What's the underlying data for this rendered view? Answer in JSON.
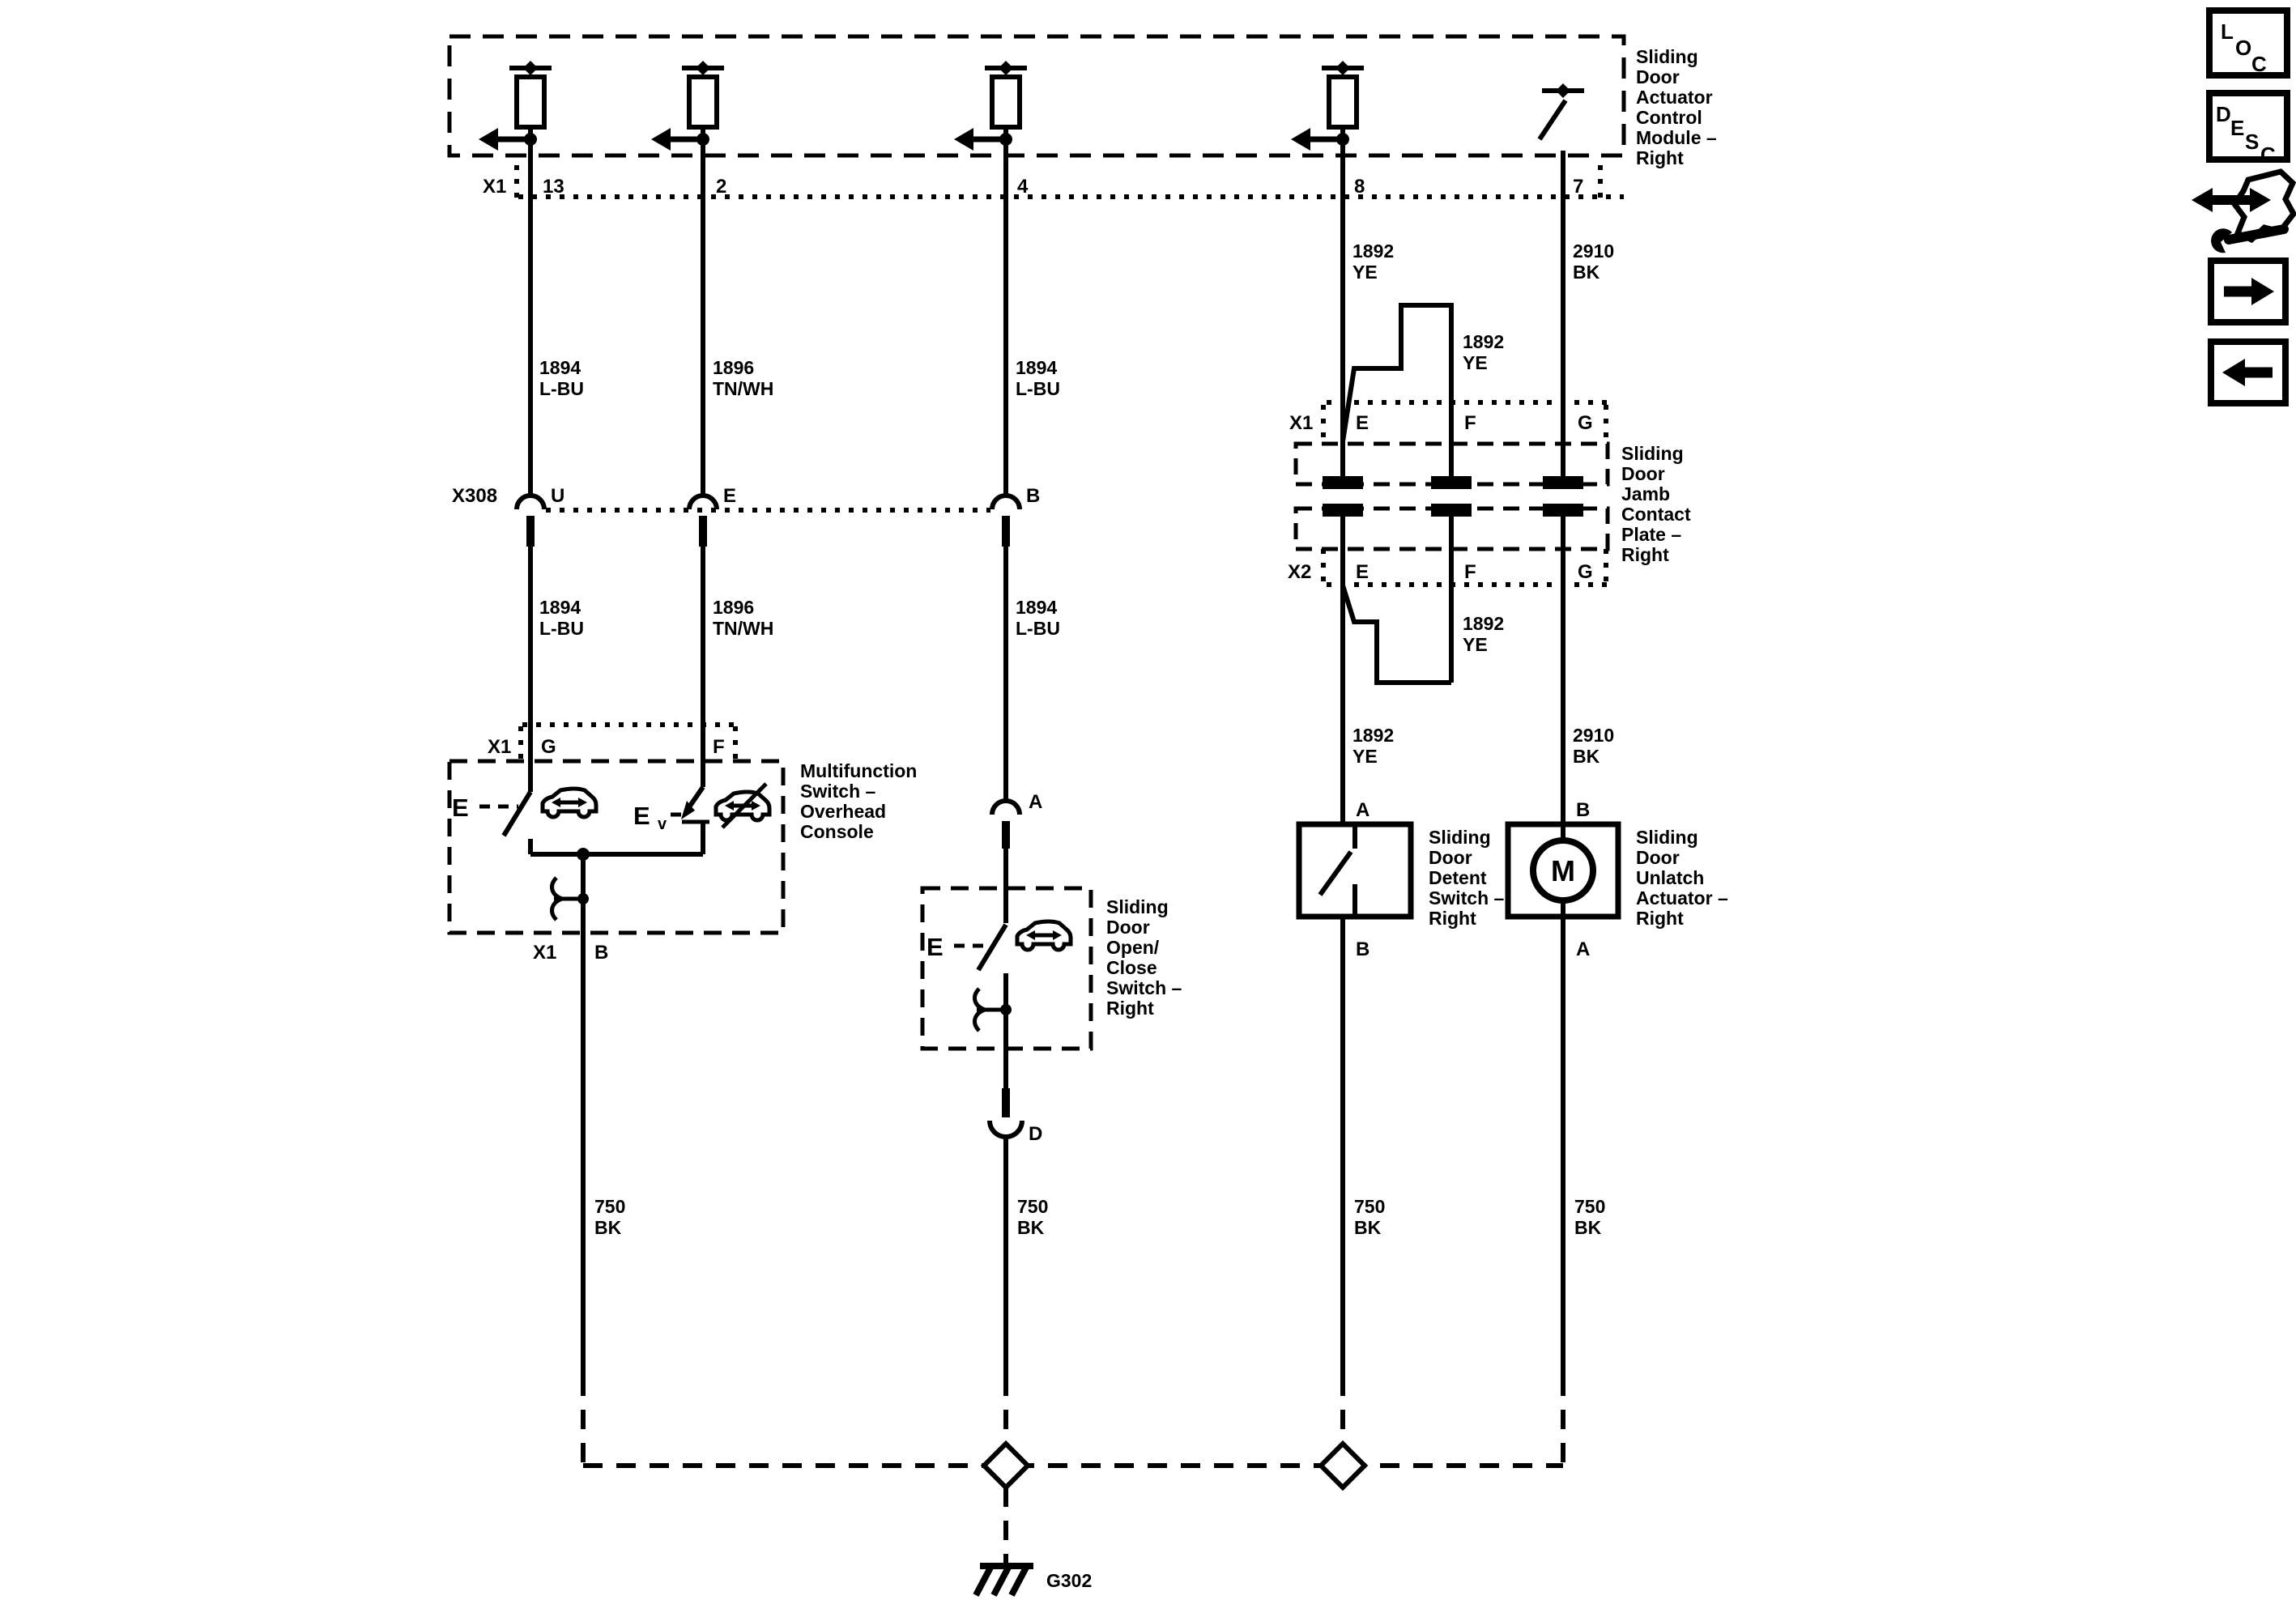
{
  "module": {
    "connector": "X1",
    "pins": [
      "13",
      "2",
      "4",
      "8",
      "7"
    ],
    "name": [
      "Sliding",
      "Door",
      "Actuator",
      "Control",
      "Module –",
      "Right"
    ]
  },
  "x308": {
    "name": "X308",
    "pins": [
      "U",
      "E",
      "B"
    ]
  },
  "wire_labels": {
    "w1_upper": [
      "1894",
      "L-BU"
    ],
    "w2_upper": [
      "1896",
      "TN/WH"
    ],
    "w3_upper": [
      "1894",
      "L-BU"
    ],
    "w1_lower": [
      "1894",
      "L-BU"
    ],
    "w2_lower": [
      "1896",
      "TN/WH"
    ],
    "w3_lower": [
      "1894",
      "L-BU"
    ],
    "w4_upper": [
      "1892",
      "YE"
    ],
    "w5_upper": [
      "2910",
      "BK"
    ],
    "branch_upper": [
      "1892",
      "YE"
    ],
    "branch_lower": [
      "1892",
      "YE"
    ],
    "w4_mid": [
      "1892",
      "YE"
    ],
    "w5_mid": [
      "2910",
      "BK"
    ],
    "gnd1": [
      "750",
      "BK"
    ],
    "gnd2": [
      "750",
      "BK"
    ],
    "gnd3": [
      "750",
      "BK"
    ],
    "gnd4": [
      "750",
      "BK"
    ]
  },
  "jamb": {
    "x1": "X1",
    "x2": "X2",
    "pins_top": [
      "E",
      "F",
      "G"
    ],
    "pins_bottom": [
      "E",
      "F",
      "G"
    ],
    "name": [
      "Sliding",
      "Door",
      "Jamb",
      "Contact",
      "Plate –",
      "Right"
    ]
  },
  "mf_switch": {
    "connector": "X1",
    "pins_top": [
      "G",
      "F"
    ],
    "bottom_connector": "X1",
    "pin_bottom": "B",
    "sw1": "E",
    "sw2": "E",
    "sw2_sub": "v",
    "name": [
      "Multifunction",
      "Switch –",
      "Overhead",
      "Console"
    ]
  },
  "oc_switch": {
    "pin_top": "A",
    "pin_bottom": "D",
    "sw": "E",
    "name": [
      "Sliding",
      "Door",
      "Open/",
      "Close",
      "Switch –",
      "Right"
    ]
  },
  "detent": {
    "pin_top": "A",
    "pin_bottom": "B",
    "name": [
      "Sliding",
      "Door",
      "Detent",
      "Switch –",
      "Right"
    ]
  },
  "actuator": {
    "pin_top": "B",
    "pin_bottom": "A",
    "motor": "M",
    "name": [
      "Sliding",
      "Door",
      "Unlatch",
      "Actuator –",
      "Right"
    ]
  },
  "ground": {
    "label": "G302"
  },
  "sidebar": {
    "loc": [
      "L",
      "O",
      "C"
    ],
    "desc": [
      "D",
      "E",
      "S",
      "C"
    ]
  },
  "colors": {
    "ink": "#000000",
    "paper": "#ffffff"
  }
}
